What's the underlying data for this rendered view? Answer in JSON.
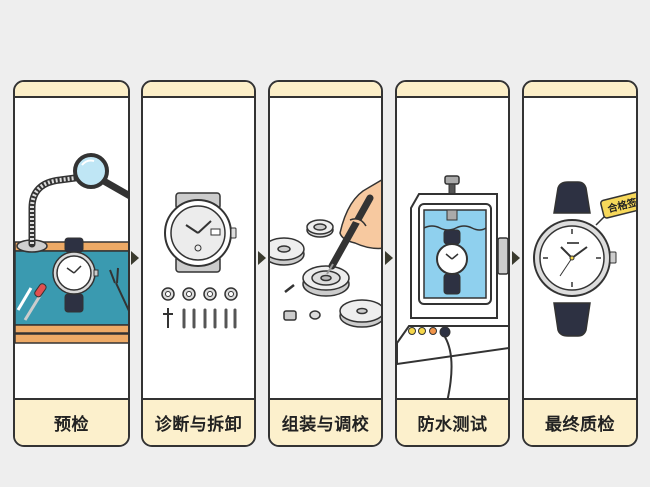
{
  "diagram": {
    "type": "process-flow",
    "direction": "left-to-right",
    "colors": {
      "background": "#eeeeee",
      "panel_cap": "#fcefc8",
      "label_band": "#fcf0cc",
      "outline": "#333333",
      "desk_mat": "#3a9ab0",
      "desk_wood": "#eeaa66",
      "water": "#8fd0ee",
      "tag": "#f7d85a"
    },
    "steps": [
      {
        "label": "预检",
        "icon": "magnifier-lamp-over-watch-on-desk-icon"
      },
      {
        "label": "诊断与拆卸",
        "icon": "watch-with-disassembled-parts-icon"
      },
      {
        "label": "组装与调校",
        "icon": "hand-with-screwdriver-assembling-parts-icon"
      },
      {
        "label": "防水测试",
        "icon": "waterproof-test-machine-icon"
      },
      {
        "label": "最终质检",
        "icon": "watch-with-pass-tag-icon"
      }
    ],
    "tag_text": "合格签"
  }
}
